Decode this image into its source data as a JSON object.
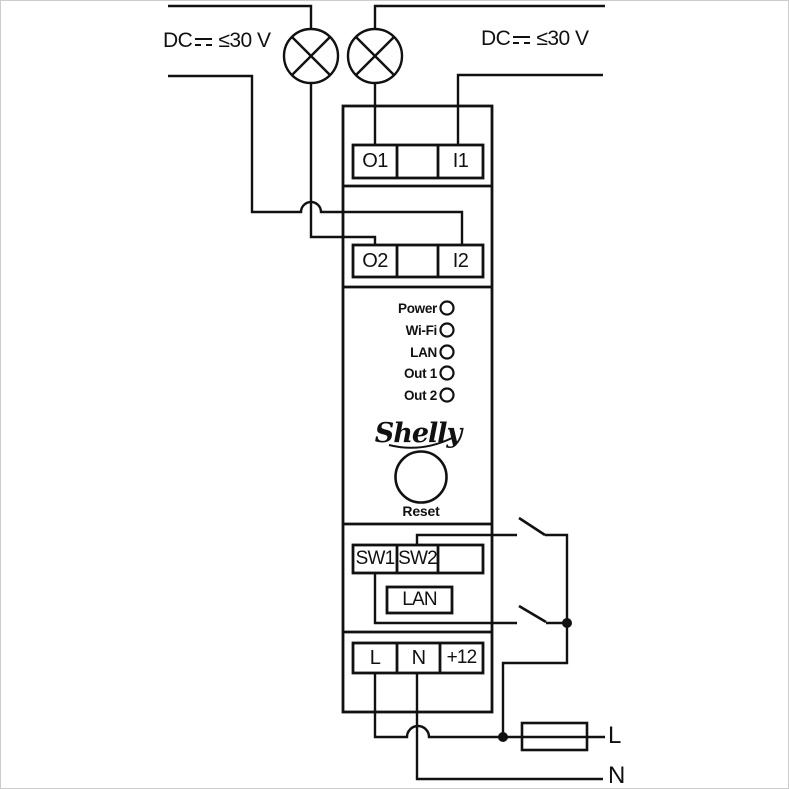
{
  "supply_left": {
    "dc": "DC",
    "voltage": "≤30 V"
  },
  "supply_right": {
    "dc": "DC",
    "voltage": "≤30 V"
  },
  "device": {
    "brand": "Shelly",
    "reset_label": "Reset",
    "leds": {
      "power": "Power",
      "wifi": "Wi-Fi",
      "lan": "LAN",
      "out1": "Out 1",
      "out2": "Out 2"
    },
    "terminals": {
      "o1": "O1",
      "i1": "I1",
      "o2": "O2",
      "i2": "I2",
      "sw1": "SW1",
      "sw2": "SW2",
      "lan_port": "LAN",
      "l": "L",
      "n": "N",
      "plus12": "+12"
    }
  },
  "mains": {
    "line": "L",
    "neutral": "N"
  }
}
